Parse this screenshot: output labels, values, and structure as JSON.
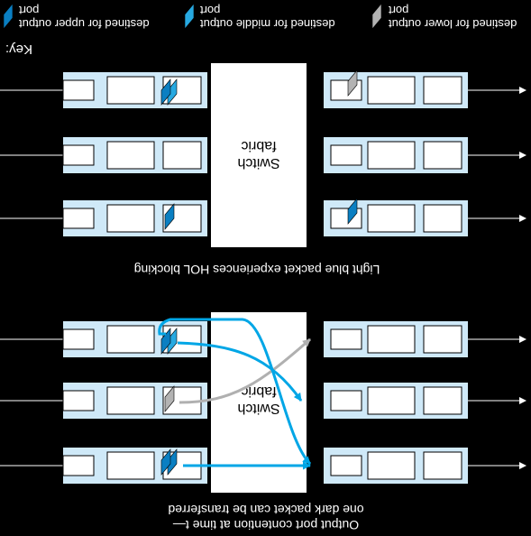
{
  "key": {
    "title": "Key:",
    "items": [
      {
        "line1": "destined for upper output",
        "line2": "port",
        "color": "#0a7fc2"
      },
      {
        "line1": "destined for middle output",
        "line2": "port",
        "color": "#27a9e1"
      },
      {
        "line1": "destined for lower output",
        "line2": "port",
        "color": "#b3b3b3"
      }
    ]
  },
  "top_panel": {
    "switch_line1": "Switch",
    "switch_line2": "fabric",
    "caption": "Light blue packet experiences HOL blocking"
  },
  "bottom_panel": {
    "switch_line1": "Switch",
    "switch_line2": "fabric",
    "caption_line1": "Output port contention at time t—",
    "caption_line2": "one dark packet can be transferred"
  },
  "colors": {
    "queue_fill": "#cfe9f8",
    "dark_blue": "#0a7fc2",
    "light_blue": "#27a9e1",
    "gray": "#b3b3b3",
    "arrow_blue": "#00a6e6",
    "arrow_gray": "#b0b0b0"
  }
}
